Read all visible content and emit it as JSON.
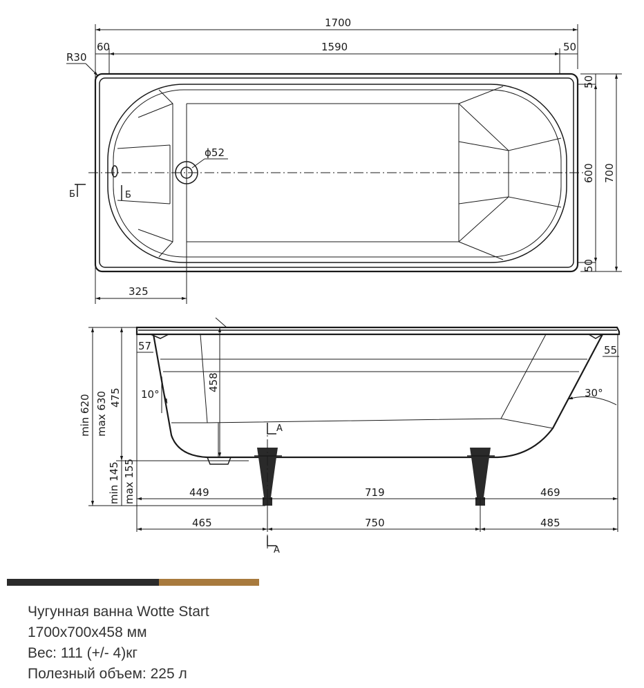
{
  "colors": {
    "bar_dark": "#2b2b2b",
    "bar_gold": "#a87a3d",
    "line": "#1a1a1a"
  },
  "top_view": {
    "overall_length": "1700",
    "inner_length": "1590",
    "left_rim": "60",
    "right_rim": "50",
    "corner_radius": "R30",
    "drain_diameter": "ϕ52",
    "drain_offset": "325",
    "inner_width": "600",
    "overall_width": "700",
    "top_rim": "50",
    "bottom_rim": "50",
    "section_left": "Б",
    "section_right": "Б"
  },
  "side_view": {
    "depth": "458",
    "rim_left": "57",
    "rim_right": "55",
    "angle_left": "10°",
    "angle_right": "30°",
    "height_min": "min 620",
    "height_max": "max 630",
    "bath_height": "475",
    "leg_min": "min 145",
    "leg_max": "max 155",
    "feet_left": "449",
    "feet_middle": "719",
    "feet_right": "469",
    "base_left": "465",
    "base_middle": "750",
    "base_right": "485",
    "section_top": "A",
    "section_bottom": "A"
  },
  "info": {
    "line1": "Чугунная ванна Wotte Start",
    "line2": "1700x700x458 мм",
    "line3": "Вес: 111 (+/- 4)кг",
    "line4": "Полезный объем: 225 л"
  }
}
